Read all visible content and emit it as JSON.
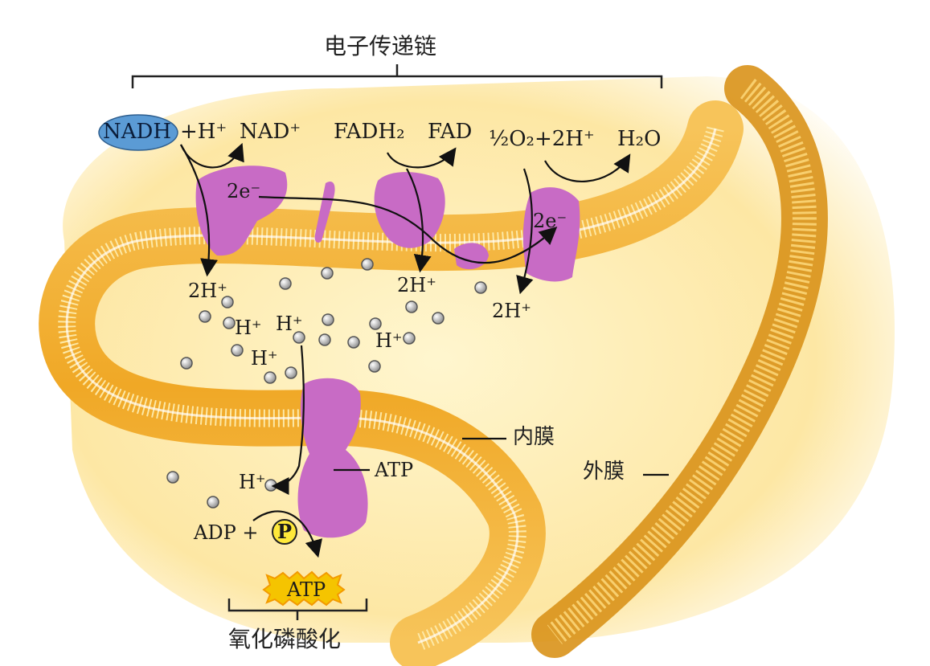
{
  "title": "电子传递链",
  "bottom_title": "氧化磷酸化",
  "labels": {
    "nadh": "NADH",
    "h_plus_1": "+H⁺",
    "nad_plus": "NAD⁺",
    "fadh2": "FADH₂",
    "fad": "FAD",
    "o2_reaction": "½O₂+2H⁺",
    "h2o": "H₂O",
    "two_e_left": "2e⁻",
    "two_e_right": "2e⁻",
    "two_h_left": "2H⁺",
    "two_h_middle": "2H⁺",
    "two_h_right": "2H⁺",
    "h_a": "H⁺",
    "h_b": "H⁺",
    "h_c": "H⁺",
    "h_d": "H⁺",
    "h_e": "H⁺",
    "atp_synthase": "ATP",
    "adp": "ADP +",
    "phosphate": "P",
    "atp_product": "ATP",
    "inner_membrane": "内膜",
    "outer_membrane": "外膜"
  },
  "colors": {
    "membrane": "#f2b63a",
    "protein": "#c86bc5",
    "nadh_oval": "#5b9bd5",
    "background": "#fdf0bf",
    "atp_star": "#f5c400"
  }
}
